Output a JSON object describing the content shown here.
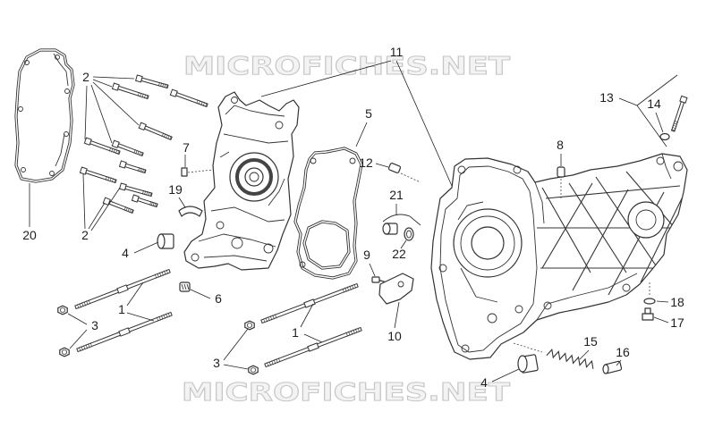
{
  "colors": {
    "ink": "#333333",
    "watermark": "#c6c6c6"
  },
  "diagram": {
    "watermark_top": "MICROFICHES.NET",
    "watermark_bottom": "MICROFICHES.NET",
    "callouts": [
      "11",
      "2",
      "2",
      "7",
      "19",
      "4",
      "20",
      "5",
      "12",
      "8",
      "13",
      "14",
      "21",
      "22",
      "9",
      "6",
      "1",
      "3",
      "1",
      "3",
      "10",
      "4",
      "15",
      "16",
      "18",
      "17"
    ]
  }
}
